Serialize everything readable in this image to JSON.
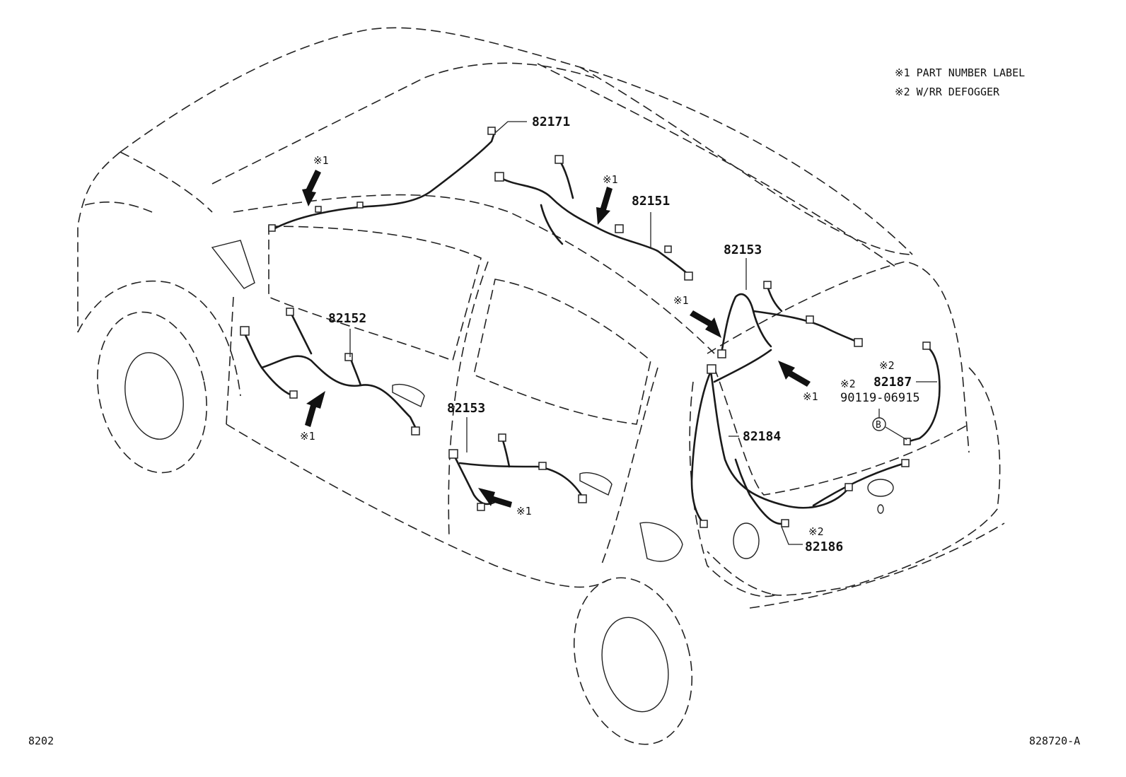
{
  "legend": {
    "note1": "※1 PART NUMBER LABEL",
    "note2": "※2 W/RR DEFOGGER"
  },
  "labels": {
    "p82171": "82171",
    "p82151": "82151",
    "p82152": "82152",
    "p82153_rear": "82153",
    "p82153_door": "82153",
    "p82184": "82184",
    "p82186": "82186",
    "p82187": "82187",
    "p90119": "90119-06915",
    "circle_b": "B",
    "mark1": "※1",
    "mark2": "※2"
  },
  "footer": {
    "left": "8202",
    "right": "828720-A"
  }
}
